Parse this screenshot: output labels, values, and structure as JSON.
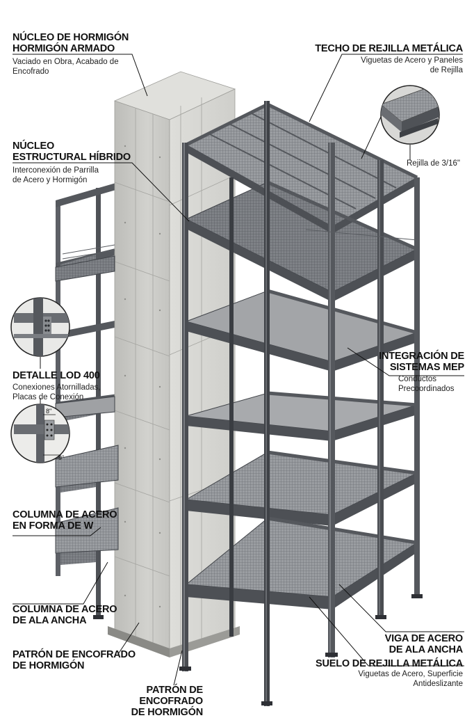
{
  "labels": {
    "core_title_1": "NÚCLEO DE HORMIGÓN",
    "core_title_2": "HORMIGÓN ARMADO",
    "core_sub_1": "Vaciado en Obra, Acabado de",
    "core_sub_2": "Encofrado",
    "hybrid_title_1": "NÚCLEO",
    "hybrid_title_2": "ESTRUCTURAL HÍBRIDO",
    "hybrid_sub_1": "Interconexión de Parrilla",
    "hybrid_sub_2": "de Acero y Hormigón",
    "detail_title": "DETALLE LOD 400",
    "detail_sub_1": "Conexiones Atornilladas,",
    "detail_sub_2": "Placas de Conexión",
    "wcol_title_1": "COLUMNA DE ACERO",
    "wcol_title_2": "EN FORMA DE W",
    "widecol_title_1": "COLUMNA DE ACERO",
    "widecol_title_2": "DE ALA ANCHA",
    "formwork_left_1": "PATRÓN DE ENCOFRADO",
    "formwork_left_2": "DE HORMIGÓN",
    "formwork_bottom_1": "PATRÓN DE ENCOFRADO",
    "formwork_bottom_2": "DE HORMIGÓN",
    "roof_title": "TECHO DE REJILLA METÁLICA",
    "roof_sub_1": "Viguetas de Acero y Paneles",
    "roof_sub_2": "de Rejilla",
    "grating_callout": "Rejilla de 3/16\"",
    "mep_title_1": "INTEGRACIÓN DE",
    "mep_title_2": "SISTEMAS MEP",
    "mep_sub_1": "Conductos",
    "mep_sub_2": "Precoordinados",
    "beam_title_1": "VIGA DE ACERO",
    "beam_title_2": "DE ALA ANCHA",
    "floor_title": "SUELO DE REJILLA METÁLICA",
    "floor_sub_1": "Viguetas de Acero, Superficie",
    "floor_sub_2": "Antideslizante"
  },
  "dimensions": {
    "top": "8\"",
    "bottom": "9\""
  },
  "colors": {
    "steel": "#5d6066",
    "steel_dark": "#3a3d42",
    "concrete": "#c9c9c6",
    "concrete_dark": "#a9a9a5",
    "grating": "#8c8f93",
    "leader": "#111111"
  }
}
